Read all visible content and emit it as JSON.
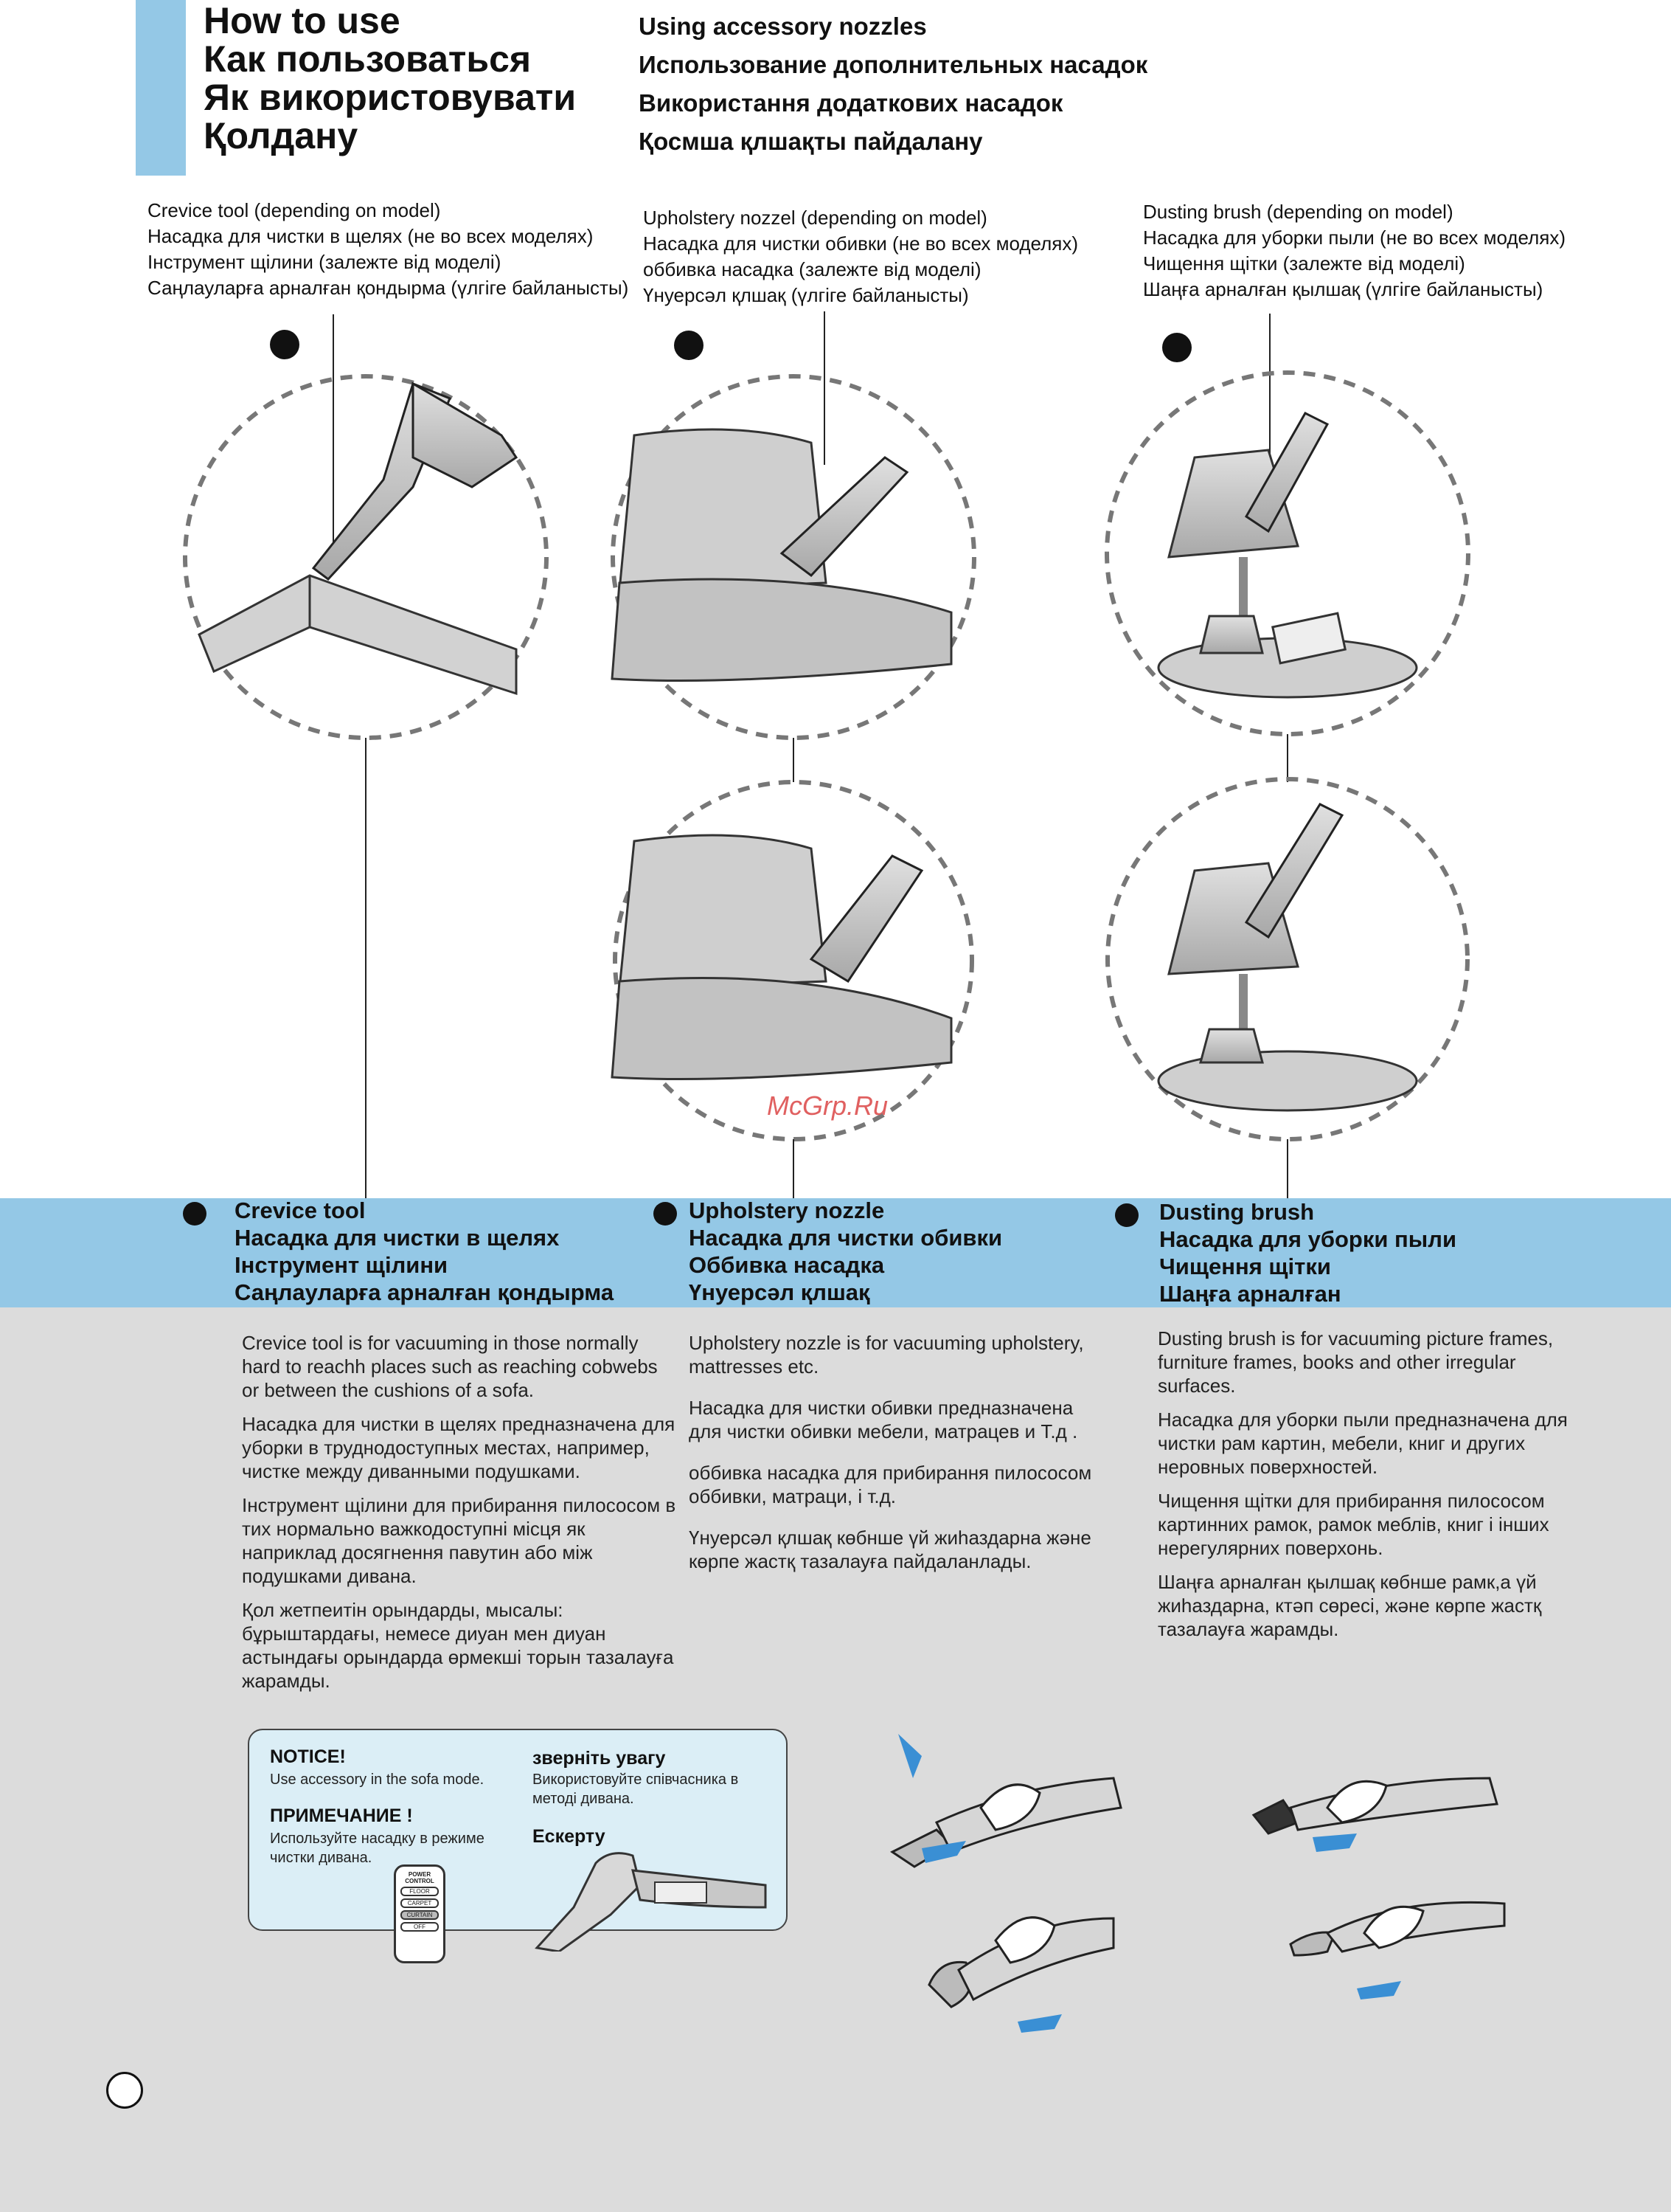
{
  "header": {
    "titles": [
      "How to use",
      "Как пользоваться",
      "Як використовувати",
      "Қолдану"
    ],
    "subtitles": [
      "Using accessory nozzles",
      "Использование дополнительных насадок",
      "Використання додаткових насадок",
      "Қосмша қлшақты пайдалану"
    ]
  },
  "captions": {
    "crevice": [
      "Crevice tool (depending on model)",
      "Насадка для чистки в щелях (не во всех моделях)",
      "Інструмент щілини (залежте від моделі)",
      "Саңлауларға арналған қондырма (үлгіге байланысты)"
    ],
    "upholstery": [
      "Upholstery nozzel (depending on model)",
      "Насадка для чистки обивки (не во всех моделях)",
      "оббивка насадка (залежте від моделі)",
      "Үнуерсәл қлшақ (үлгіге байланысты)"
    ],
    "dusting": [
      "Dusting brush (depending on model)",
      "Насадка для уборки пыли (не во всех моделях)",
      "Чищення щітки (залежте від моделі)",
      "Шаңға арналған қылшақ (үлгіге байланысты)"
    ]
  },
  "sections": {
    "crevice": {
      "heading": [
        "Crevice tool",
        "Насадка для чистки в щелях",
        "Інструмент щілини",
        "Саңлауларға арналған қондырма"
      ],
      "body": [
        "Crevice tool is for vacuuming in those normally hard to reachh places such as reaching cobwebs or between the cushions of a sofa.",
        "Насадка для чистки в щелях предназначена для уборки в труднодоступных местах, например, чистке между диванными подушками.",
        "Інструмент щілини для прибирання пилососом в тих нормально важкодоступні місця як наприклад досягнення павутин або між подушками дивана.",
        "Қол жетпеитін орындарды, мысалы: бұрыштардағы, немесе диуан мен диуан астындағы орындарда өрмекші торын тазалауға жарамды."
      ]
    },
    "upholstery": {
      "heading": [
        "Upholstery nozzle",
        "Насадка для чистки обивки",
        "Оббивка насадка",
        "Үнуерсәл қлшақ"
      ],
      "body": [
        "Upholstery nozzle is for vacuuming upholstery, mattresses etc.",
        "Насадка для чистки обивки предназначена для чистки обивки мебели, матрацев и Т.д .",
        "оббивка насадка для прибирання пилососом оббивки, матраци, і т.д.",
        "Үнуерсәл қлшақ көбнше үй жиһаздарна және көрпе жастқ тазалауға пайдаланлады."
      ]
    },
    "dusting": {
      "heading": [
        "Dusting brush",
        "Насадка для уборки пыли",
        "Чищення щітки",
        "Шаңға арналған"
      ],
      "body": [
        "Dusting brush is for vacuuming picture frames, furniture frames, books and other irregular surfaces.",
        "Насадка для уборки пыли предназначена для чистки рам картин, мебели, книг и других неровных поверхностей.",
        "Чищення щітки для прибирання пилососом картинних рамок, рамок меблів, книг і інших нерегулярних поверхонь.",
        "Шаңға арналған қылшақ көбнше рамк,а үй жиһаздарна, ктәп сөресі, және көрпе жастқ тазалауға жарамды."
      ]
    }
  },
  "notice": {
    "title_en": "NOTICE!",
    "text_en": "Use accessory in the sofa mode.",
    "title_ru": "ПРИМЕЧАНИЕ !",
    "text_ru": "Используйте насадку в режиме чистки дивана.",
    "title_uk": "зверніть увагу",
    "text_uk": "Використовуйте співчасника в методі дивана.",
    "title_kk": "Ескерту",
    "control_labels": [
      "POWER",
      "CONTROL",
      "FLOOR",
      "CARPET",
      "CURTAIN",
      "OFF"
    ]
  },
  "watermark": "McGrp.Ru",
  "colors": {
    "accent_blue": "#94c8e6",
    "gray_area": "#dcdcdc",
    "notice_bg": "#dbeef6",
    "arrow_blue": "#3a8fd4"
  }
}
